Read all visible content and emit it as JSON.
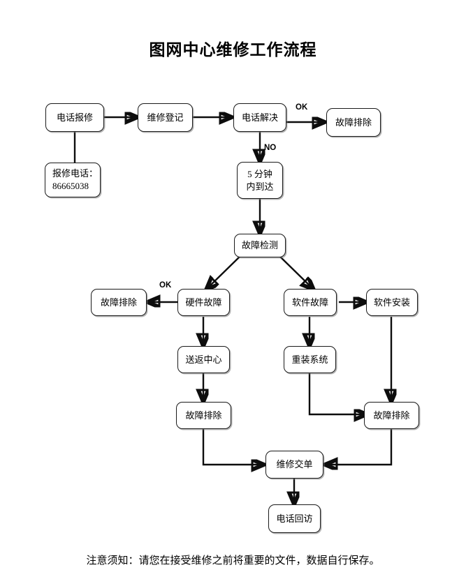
{
  "document": {
    "title": "图网中心维修工作流程",
    "footer_note": "注意须知：请您在接受维修之前将重要的文件，数据自行保存。"
  },
  "diagram": {
    "type": "flowchart",
    "nodes": [
      {
        "id": "phone_report",
        "label": "电话报修",
        "label2": ""
      },
      {
        "id": "repair_register",
        "label": "维修登记",
        "label2": ""
      },
      {
        "id": "phone_solve",
        "label": "电话解决",
        "label2": ""
      },
      {
        "id": "fault_cleared_1",
        "label": "故障排除",
        "label2": ""
      },
      {
        "id": "repair_hotline",
        "label": "报修电话：",
        "label2": "86665038"
      },
      {
        "id": "arrive_5min",
        "label": "5 分钟",
        "label2": "内到达"
      },
      {
        "id": "fault_detect",
        "label": "故障检测",
        "label2": ""
      },
      {
        "id": "fault_cleared_2",
        "label": "故障排除",
        "label2": ""
      },
      {
        "id": "hardware_fault",
        "label": "硬件故障",
        "label2": ""
      },
      {
        "id": "software_fault",
        "label": "软件故障",
        "label2": ""
      },
      {
        "id": "software_install",
        "label": "软件安装",
        "label2": ""
      },
      {
        "id": "send_to_center",
        "label": "送返中心",
        "label2": ""
      },
      {
        "id": "reinstall_os",
        "label": "重装系统",
        "label2": ""
      },
      {
        "id": "fault_cleared_3",
        "label": "故障排除",
        "label2": ""
      },
      {
        "id": "fault_cleared_4",
        "label": "故障排除",
        "label2": ""
      },
      {
        "id": "repair_handover",
        "label": "维修交单",
        "label2": ""
      },
      {
        "id": "phone_followup",
        "label": "电话回访",
        "label2": ""
      }
    ],
    "edge_labels": {
      "phone_solve_ok": "OK",
      "phone_solve_no": "NO",
      "hardware_ok": "OK"
    }
  }
}
